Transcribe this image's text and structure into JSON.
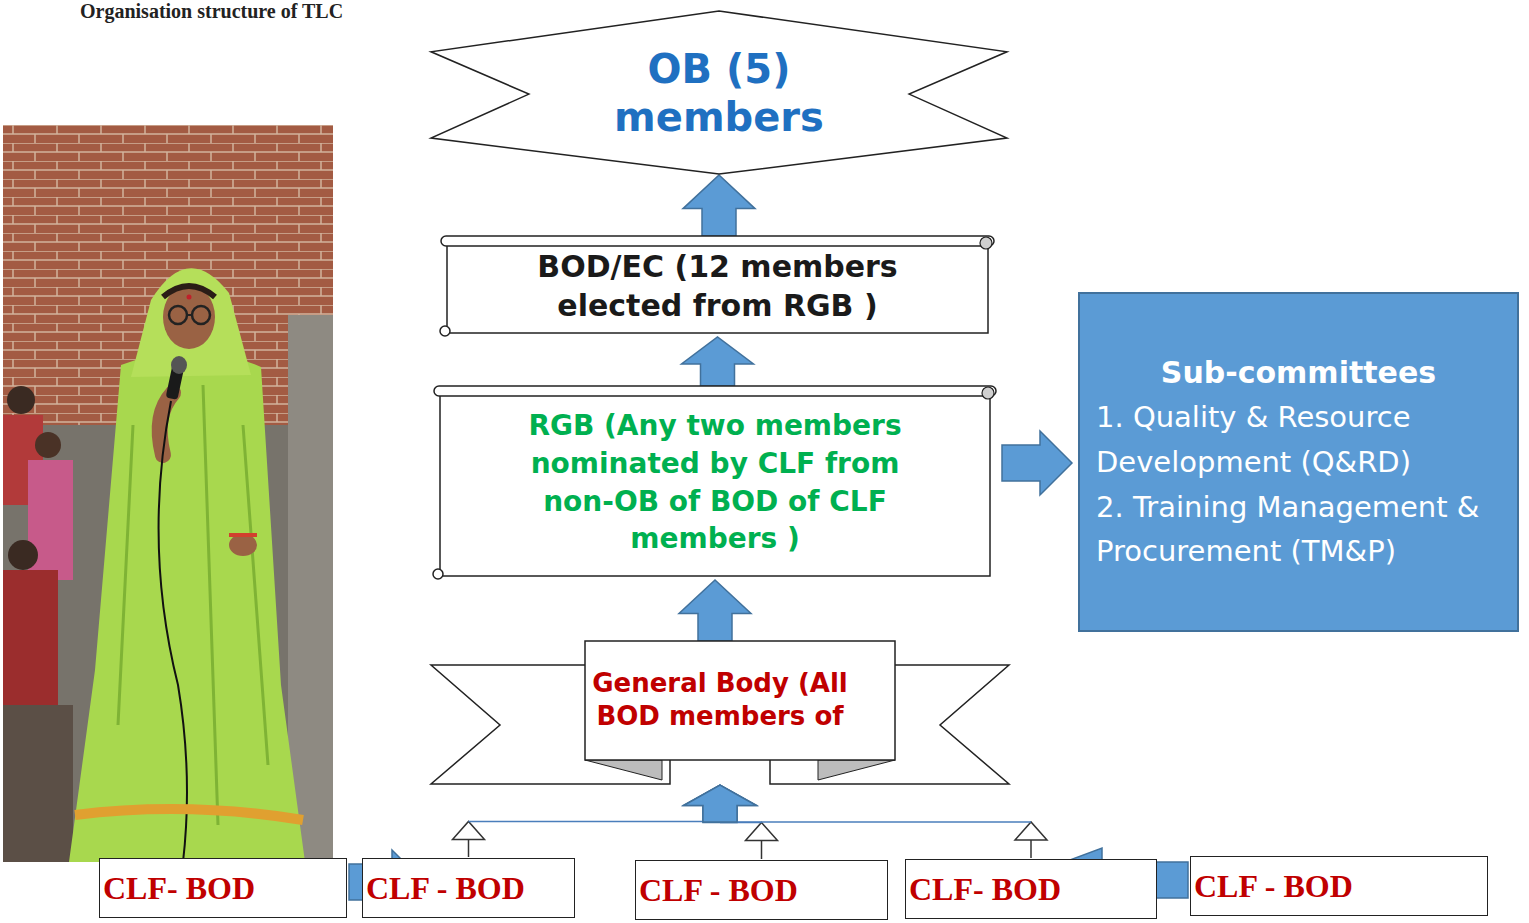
{
  "diagram": {
    "title": "Organisation structure of TLC",
    "nodes": [
      {
        "text": [
          "OB (5) members"
        ]
      },
      {
        "text": [
          "BOD/EC (12 members elected from RGB )"
        ]
      },
      {
        "text": [
          "RGB (Any two members nominated by CLF from non-OB of BOD of CLF members )"
        ]
      },
      {
        "text": [
          "Sub-committees",
          "1. Quality & Resource Development (Q&RD)",
          "2. Training Management & Procurement (TM&P)"
        ]
      },
      {
        "text": [
          "General Body (All BOD members of"
        ]
      },
      {
        "text": [
          "CLF- BOD"
        ]
      },
      {
        "text": [
          "CLF - BOD"
        ]
      },
      {
        "text": [
          "CLF - BOD"
        ]
      },
      {
        "text": [
          "CLF- BOD"
        ]
      },
      {
        "text": [
          "CLF - BOD"
        ]
      }
    ],
    "edges": [
      {
        "from": 4,
        "to": 2,
        "arrow": "to"
      },
      {
        "from": 2,
        "to": 1,
        "arrow": "to"
      },
      {
        "from": 1,
        "to": 0,
        "arrow": "to"
      },
      {
        "from": 2,
        "to": 3,
        "arrow": "to"
      },
      {
        "from": 5,
        "to": 4,
        "arrow": "to"
      },
      {
        "from": 6,
        "to": 4,
        "arrow": "to"
      },
      {
        "from": 7,
        "to": 4,
        "arrow": "to"
      },
      {
        "from": 8,
        "to": 4,
        "arrow": "to"
      },
      {
        "from": 9,
        "to": 4,
        "arrow": "to"
      }
    ]
  }
}
